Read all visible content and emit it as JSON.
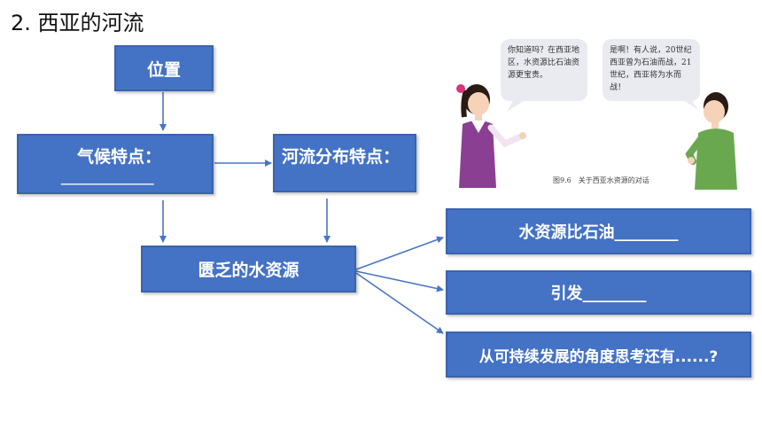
{
  "title": "2. 西亚的河流",
  "diagram": {
    "location": "位置",
    "climate": "气候特点：",
    "climate_blank": "___________",
    "river_distribution": "河流分布特点：",
    "scarce_water": "匮乏的水资源",
    "water_vs_oil": "水资源比石油________",
    "causes": "引发________",
    "sustainable": "从可持续发展的角度思考还有......?"
  },
  "illustration": {
    "girl_bubble": "你知道吗？在西亚地区，水资源比石油资源更宝贵。",
    "boy_bubble": "是啊！有人说，20世纪西亚曾为石油而战，21世纪，西亚将为水而战！",
    "caption": "图9.6　关于西亚水资源的对话"
  },
  "colors": {
    "box_fill": "#4472c4",
    "box_border": "#3a63ad",
    "arrow": "#4a74c5"
  }
}
